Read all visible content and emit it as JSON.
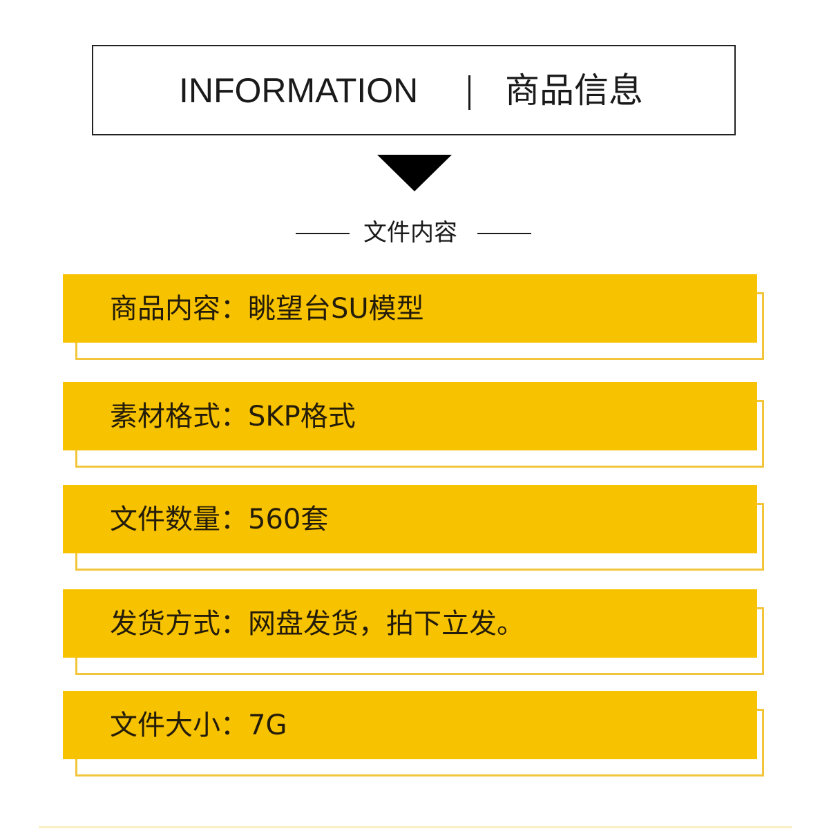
{
  "header": {
    "title_en": "INFORMATION",
    "separator": "|",
    "title_cn": "商品信息"
  },
  "section": {
    "title": "文件内容"
  },
  "colors": {
    "accent_yellow": "#f7c200",
    "outline_yellow": "#f2c53a",
    "text_dark": "#241c0a",
    "border_dark": "#222222"
  },
  "info_rows": [
    {
      "text": "商品内容：眺望台SU模型"
    },
    {
      "text": "素材格式：SKP格式"
    },
    {
      "text": "文件数量：560套"
    },
    {
      "text": "发货方式：网盘发货，拍下立发。"
    },
    {
      "text": "文件大小：7G"
    }
  ]
}
